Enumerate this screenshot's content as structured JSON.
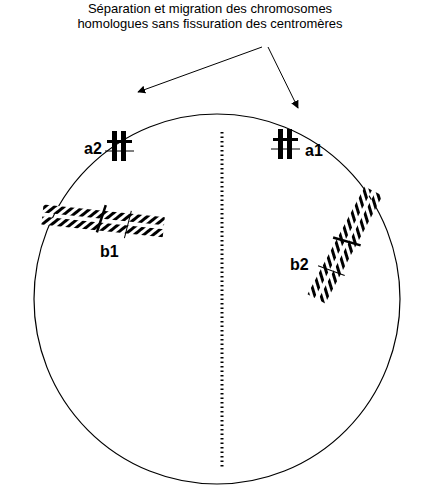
{
  "diagram": {
    "labels": [
      "Séparation et migration des chromosomes homologues sans fissuration des centromères",
      "a2",
      "a1",
      "b1",
      "b2"
    ]
  }
}
